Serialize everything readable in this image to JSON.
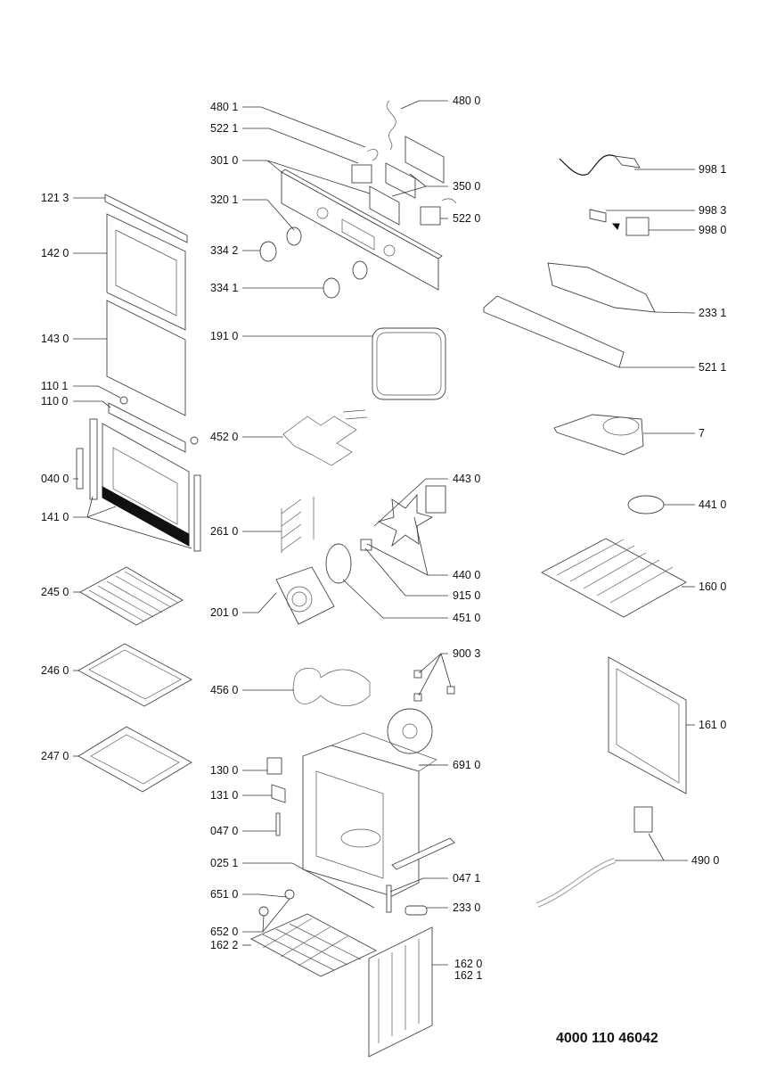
{
  "document_number": "4000 110 46042",
  "labels": {
    "l4801": "480 1",
    "l4800": "480 0",
    "l5221": "522 1",
    "l3010": "301 0",
    "l3500": "350 0",
    "l3201": "320 1",
    "l5220": "522 0",
    "l3342": "334 2",
    "l3341": "334 1",
    "l1213": "121 3",
    "l1420": "142 0",
    "l1430": "143 0",
    "l1101": "110 1",
    "l1100": "110 0",
    "l0400": "040 0",
    "l1410": "141 0",
    "l9981": "998 1",
    "l9983": "998 3",
    "l9980": "998 0",
    "l2331": "233 1",
    "l5211": "521 1",
    "l1910": "191 0",
    "l4520": "452 0",
    "l7": "7",
    "l4430": "443 0",
    "l4410": "441 0",
    "l2610": "261 0",
    "l4400": "440 0",
    "l1600": "160 0",
    "l9150": "915 0",
    "l2450": "245 0",
    "l2010": "201 0",
    "l4510": "451 0",
    "l9003": "900 3",
    "l2460": "246 0",
    "l4560": "456 0",
    "l1610": "161 0",
    "l2470": "247 0",
    "l6910": "691 0",
    "l1300": "130 0",
    "l1310": "131 0",
    "l0470": "047 0",
    "l0251": "025 1",
    "l4900": "490 0",
    "l0471": "047 1",
    "l6510": "651 0",
    "l2330": "233 0",
    "l6520": "652 0",
    "l1622": "162 2",
    "l1620": "162 0",
    "l1621": "162 1"
  }
}
